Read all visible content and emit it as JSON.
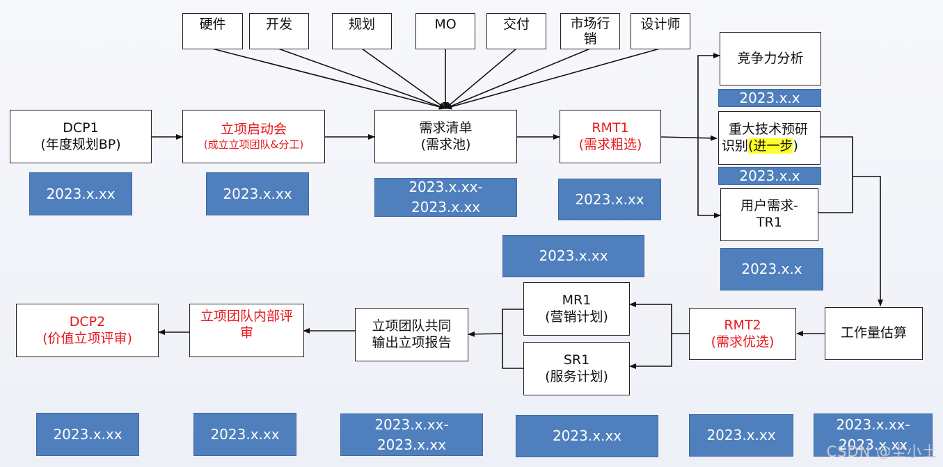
{
  "stakeholders": [
    "硬件",
    "开发",
    "规划",
    "MO",
    "交付",
    "市场行销",
    "设计师"
  ],
  "nodes": {
    "dcp1": {
      "line1": "DCP1",
      "line2": "(年度规划BP)"
    },
    "kickoff": {
      "line1": "立项启动会",
      "line2": "(成立立项团队&分工)"
    },
    "req_list": {
      "line1": "需求清单",
      "line2": "(需求池)"
    },
    "rmt1": {
      "line1": "RMT1",
      "line2": "(需求粗选)"
    },
    "competitive": {
      "label": "竞争力分析"
    },
    "tech_research": {
      "line1": "重大技术预研",
      "line2a": "识别",
      "line2b": "(进一步",
      "line2c": ")"
    },
    "user_req": {
      "line1": "用户需求-",
      "line2": "TR1"
    },
    "workload": {
      "label": "工作量估算"
    },
    "rmt2": {
      "line1": "RMT2",
      "line2": "(需求优选)"
    },
    "mr1": {
      "line1": "MR1",
      "line2": "(营销计划)"
    },
    "sr1": {
      "line1": "SR1",
      "line2": "(服务计划)"
    },
    "report": {
      "line1": "立项团队共同",
      "line2": "输出立项报告"
    },
    "internal_review": {
      "label": "立项团队内部评审"
    },
    "dcp2": {
      "line1": "DCP2",
      "line2": "(价值立项评审)"
    }
  },
  "dates": {
    "dcp1": "2023.x.xx",
    "kickoff": "2023.x.xx",
    "req_list_start": "2023.x.xx-",
    "req_list_end": "2023.x.xx",
    "rmt1": "2023.x.xx",
    "competitive": "2023.x.x",
    "tech_research": "2023.x.x",
    "user_req": "2023.x.x",
    "mr_sr": "2023.x.xx",
    "dcp2": "2023.x.xx",
    "internal_review": "2023.x.xx",
    "report_start": "2023.x.xx-",
    "report_end": "2023.x.xx",
    "mr_sr_bottom": "2023.x.xx",
    "rmt2": "2023.x.xx",
    "workload_start": "2023.x.xx-",
    "workload_end": "2023.x.xx"
  },
  "watermark": "CSDN @尘小土"
}
